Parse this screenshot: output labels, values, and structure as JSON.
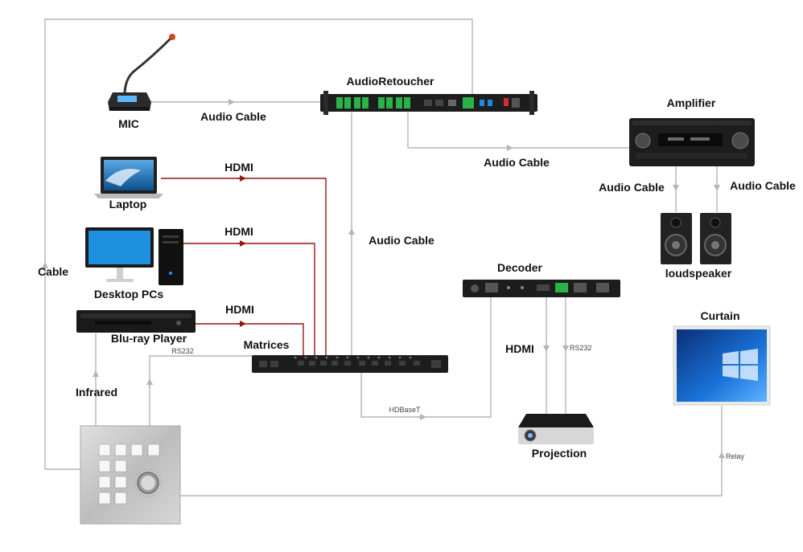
{
  "labels": {
    "mic": "MIC",
    "audio_retoucher": "AudioRetoucher",
    "amplifier": "Amplifier",
    "laptop": "Laptop",
    "desktop_pcs": "Desktop PCs",
    "bluray": "Blu-ray Player",
    "matrices": "Matrices",
    "decoder": "Decoder",
    "curtain": "Curtain",
    "projection": "Projection",
    "loudspeaker": "loudspeaker"
  },
  "connections": {
    "audio_cable_mic": "Audio Cable",
    "audio_cable_amp": "Audio Cable",
    "audio_cable_spk_left": "Audio Cable",
    "audio_cable_spk_right": "Audio Cable",
    "audio_cable_matrix": "Audio Cable",
    "hdmi_laptop": "HDMI",
    "hdmi_desktop": "HDMI",
    "hdmi_bluray": "HDMI",
    "hdmi_projection": "HDMI",
    "cable_left": "Cable",
    "infrared": "Infrared",
    "rs232_panel": "RS232",
    "rs232_projection": "RS232",
    "hdbaset": "HDBaseT",
    "relay": "Relay"
  },
  "colors": {
    "hdmi_line": "#9a1414",
    "cable_line": "#b5b5b5",
    "device_body": "#1d1d1d",
    "panel_metal": "#c9c9c9",
    "screen_blue": "#1a73d9"
  }
}
